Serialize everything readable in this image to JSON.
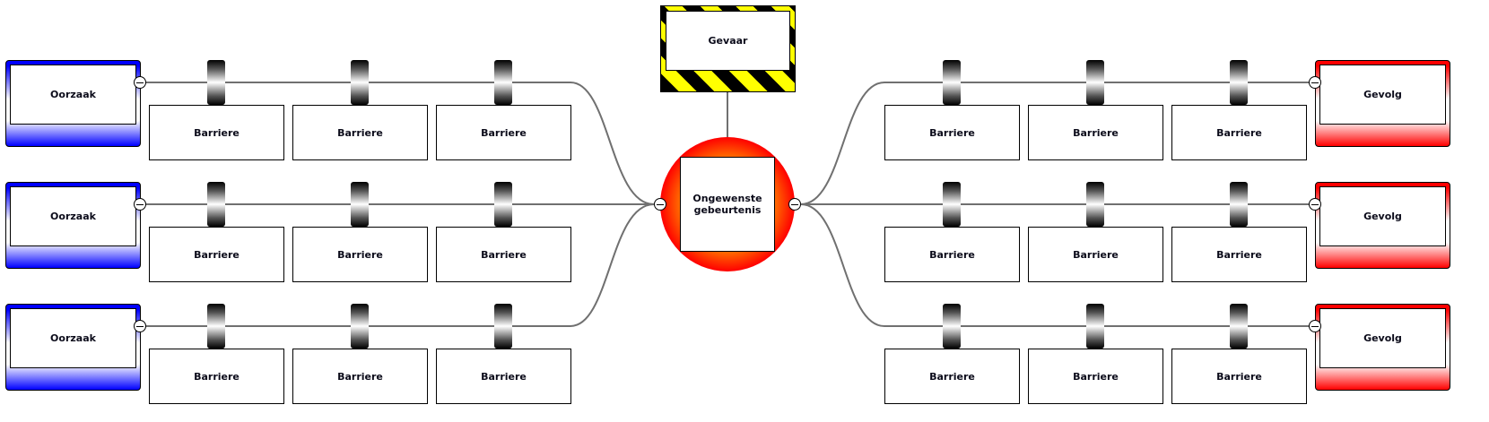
{
  "diagram": {
    "type": "bowtie",
    "hazard": {
      "label": "Gevaar"
    },
    "top_event": {
      "label_line1": "Ongewenste",
      "label_line2": "gebeurtenis"
    },
    "causes": [
      {
        "label": "Oorzaak",
        "barriers": [
          "Barriere",
          "Barriere",
          "Barriere"
        ]
      },
      {
        "label": "Oorzaak",
        "barriers": [
          "Barriere",
          "Barriere",
          "Barriere"
        ]
      },
      {
        "label": "Oorzaak",
        "barriers": [
          "Barriere",
          "Barriere",
          "Barriere"
        ]
      }
    ],
    "consequences": [
      {
        "label": "Gevolg",
        "barriers": [
          "Barriere",
          "Barriere",
          "Barriere"
        ]
      },
      {
        "label": "Gevolg",
        "barriers": [
          "Barriere",
          "Barriere",
          "Barriere"
        ]
      },
      {
        "label": "Gevolg",
        "barriers": [
          "Barriere",
          "Barriere",
          "Barriere"
        ]
      }
    ],
    "colors": {
      "cause": "#0000ff",
      "consequence": "#ff0000",
      "hazard_stripe_1": "#000000",
      "hazard_stripe_2": "#ffff00",
      "top_event_outer": "#ff0000",
      "top_event_inner": "#ffa500",
      "connector": "#707070"
    }
  }
}
